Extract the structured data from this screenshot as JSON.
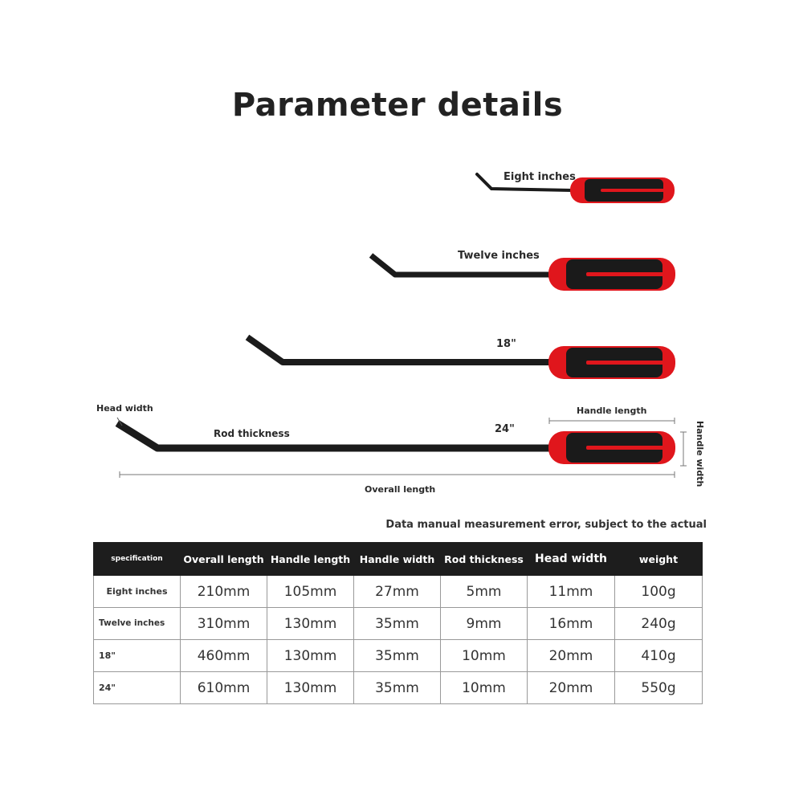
{
  "title": "Parameter details",
  "diagram": {
    "tool_labels": [
      "Eight inches",
      "Twelve inches",
      "18\"",
      "24\""
    ],
    "dimension_labels": {
      "head_width": "Head width",
      "rod_thickness": "Rod thickness",
      "handle_length": "Handle length",
      "handle_width": "Handle width",
      "overall_length": "Overall length"
    },
    "colors": {
      "handle_red": "#e0161c",
      "handle_black": "#1a1a1a",
      "rod": "#1b1b1b"
    }
  },
  "note": "Data manual measurement error, subject to the actual",
  "table": {
    "headers": [
      "specification",
      "Overall length",
      "Handle length",
      "Handle width",
      "Rod thickness",
      "Head width",
      "weight"
    ],
    "rows": [
      [
        "Eight inches",
        "210mm",
        "105mm",
        "27mm",
        "5mm",
        "11mm",
        "100g"
      ],
      [
        "Twelve inches",
        "310mm",
        "130mm",
        "35mm",
        "9mm",
        "16mm",
        "240g"
      ],
      [
        "18\"",
        "460mm",
        "130mm",
        "35mm",
        "10mm",
        "20mm",
        "410g"
      ],
      [
        "24\"",
        "610mm",
        "130mm",
        "35mm",
        "10mm",
        "20mm",
        "550g"
      ]
    ]
  }
}
